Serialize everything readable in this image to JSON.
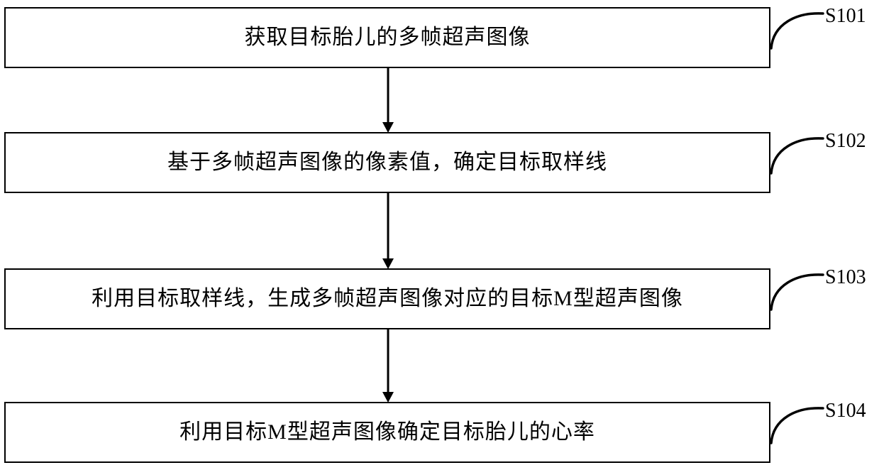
{
  "diagram": {
    "type": "flowchart",
    "orientation": "vertical",
    "background_color": "#ffffff",
    "line_color": "#000000",
    "steps": [
      {
        "id": "S101",
        "label": "S101",
        "text": "获取目标胎儿的多帧超声图像"
      },
      {
        "id": "S102",
        "label": "S102",
        "text": "基于多帧超声图像的像素值，确定目标取样线"
      },
      {
        "id": "S103",
        "label": "S103",
        "text": "利用目标取样线，生成多帧超声图像对应的目标M型超声图像"
      },
      {
        "id": "S104",
        "label": "S104",
        "text": "利用目标M型超声图像确定目标胎儿的心率"
      }
    ],
    "connectors": [
      {
        "from": "S101",
        "to": "S102",
        "arrow": "down"
      },
      {
        "from": "S102",
        "to": "S103",
        "arrow": "down"
      },
      {
        "from": "S103",
        "to": "S104",
        "arrow": "down"
      }
    ]
  }
}
